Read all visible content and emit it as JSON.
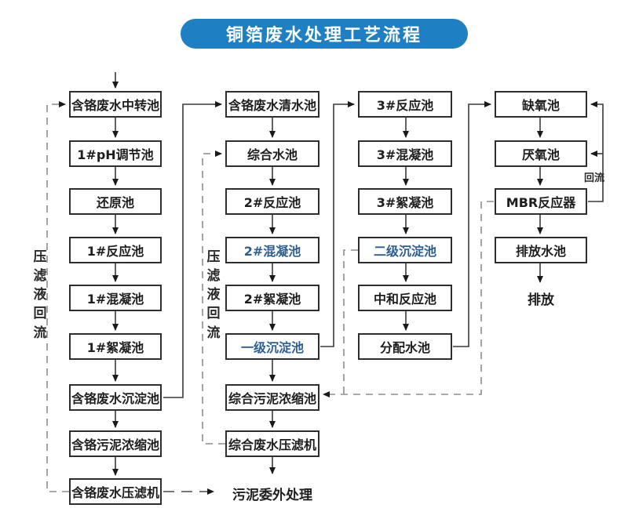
{
  "title": "铜箔废水处理工艺流程",
  "colors": {
    "title_bg": "#1e7fc2",
    "title_text": "#ffffff",
    "box_border": "#2e2e2e",
    "solid_line": "#3a3a3a",
    "dashed_line": "#8c8c8c",
    "text": "#1e1e1e",
    "blue_text": "#2e5e92"
  },
  "flow": {
    "col1": [
      "含铬废水中转池",
      "1#pH调节池",
      "还原池",
      "1#反应池",
      "1#混凝池",
      "1#絮凝池",
      "含铬废水沉淀池",
      "含铬污泥浓缩池",
      "含铬废水压滤机"
    ],
    "col2": [
      "含铬废水清水池",
      "综合水池",
      "2#反应池",
      "2#混凝池",
      "2#絮凝池",
      "一级沉淀池",
      "综合污泥浓缩池",
      "综合废水压滤机"
    ],
    "col3": [
      "3#反应池",
      "3#混凝池",
      "3#絮凝池",
      "二级沉淀池",
      "中和反应池",
      "分配水池"
    ],
    "col4": [
      "缺氧池",
      "厌氧池",
      "MBR反应器",
      "排放水池"
    ]
  },
  "annotations": {
    "left_return": "压滤液回流",
    "middle_return": "压滤液回流",
    "reflux": "回流",
    "sludge_external": "污泥委外处理",
    "discharge": "排放"
  }
}
